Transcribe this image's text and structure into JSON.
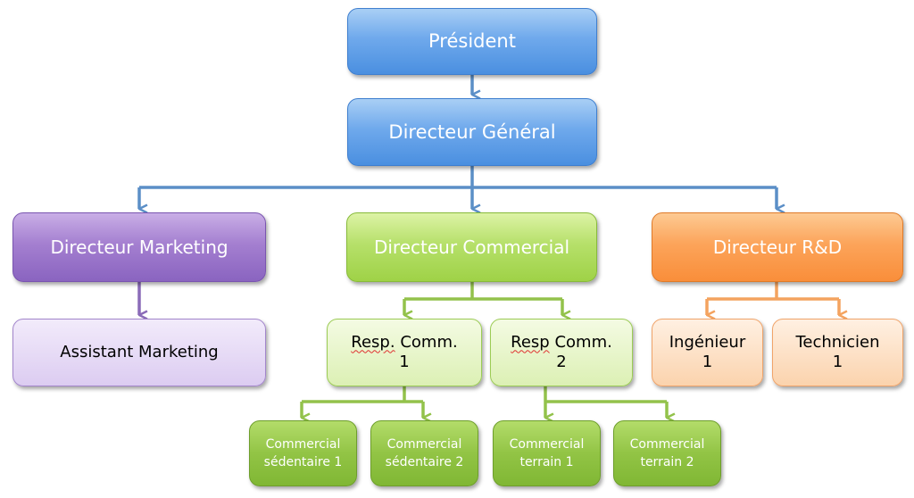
{
  "colors": {
    "blue": "#5a9be6",
    "purple": "#9a72c9",
    "green": "#a6d653",
    "orange": "#fb9b4b"
  },
  "nodes": {
    "president": "Président",
    "directeur_general": "Directeur Général",
    "directeur_marketing": "Directeur Marketing",
    "directeur_commercial": "Directeur Commercial",
    "directeur_rd": "Directeur R&D",
    "assistant_marketing": "Assistant Marketing",
    "resp_comm_1": {
      "line1_a": "Resp.",
      "line1_b": "Comm.",
      "line2": "1"
    },
    "resp_comm_2": {
      "line1_a": "Resp",
      "line1_b": "Comm.",
      "line2": "2"
    },
    "ingenieur_1": {
      "line1": "Ingénieur",
      "line2": "1"
    },
    "technicien_1": {
      "line1": "Technicien",
      "line2": "1"
    },
    "commercial_sedentaire_1": {
      "line1": "Commercial",
      "line2": "sédentaire 1"
    },
    "commercial_sedentaire_2": {
      "line1": "Commercial",
      "line2": "sédentaire 2"
    },
    "commercial_terrain_1": {
      "line1": "Commercial",
      "line2": "terrain 1"
    },
    "commercial_terrain_2": {
      "line1": "Commercial",
      "line2": "terrain 2"
    }
  }
}
